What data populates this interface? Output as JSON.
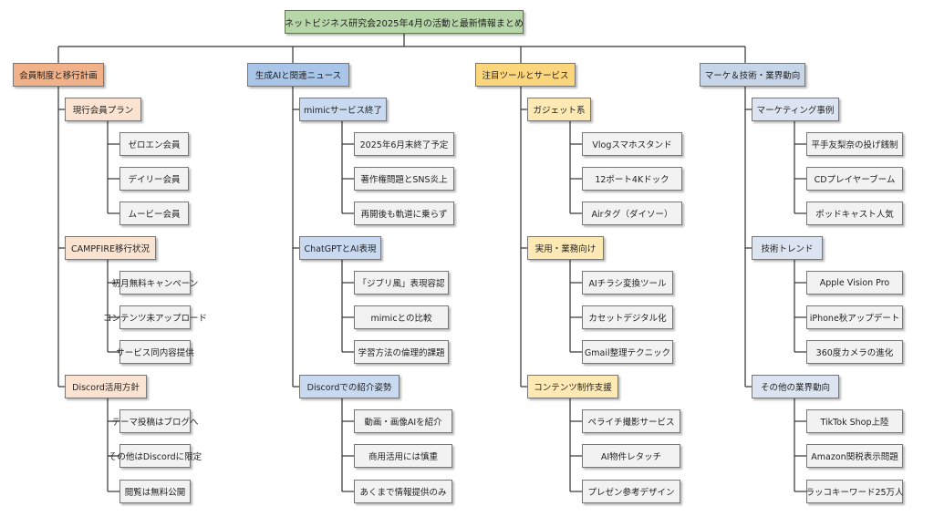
{
  "title": "ネットビジネス研究会2025年4月の活動と最新情報まとめ",
  "categories": [
    {
      "label": "会員制度と移行計画",
      "color": "#f1b28a",
      "sub_color": "#fbe3d2",
      "subs": [
        {
          "label": "現行会員プラン",
          "leaves": [
            "ゼロエン会員",
            "デイリー会員",
            "ムービー会員"
          ]
        },
        {
          "label": "CAMPFIRE移行状況",
          "leaves": [
            "初月無料キャンペーン",
            "コンテンツ未アップロード",
            "サービス同内容提供"
          ]
        },
        {
          "label": "Discord活用方針",
          "leaves": [
            "テーマ投稿はブログへ",
            "その他はDiscordに限定",
            "閲覧は無料公開"
          ]
        }
      ]
    },
    {
      "label": "生成AIと関連ニュース",
      "color": "#a9c6e8",
      "sub_color": "#c9daf0",
      "subs": [
        {
          "label": "mimicサービス終了",
          "leaves": [
            "2025年6月末終了予定",
            "著作権問題とSNS炎上",
            "再開後も軌道に乗らず"
          ]
        },
        {
          "label": "ChatGPTとAI表現",
          "leaves": [
            "「ジブリ風」表現容認",
            "mimicとの比較",
            "学習方法の倫理的課題"
          ]
        },
        {
          "label": "Discordでの紹介姿勢",
          "leaves": [
            "動画・画像AIを紹介",
            "商用活用には慎重",
            "あくまで情報提供のみ"
          ]
        }
      ]
    },
    {
      "label": "注目ツールとサービス",
      "color": "#fcd67d",
      "sub_color": "#fde9b4",
      "subs": [
        {
          "label": "ガジェット系",
          "leaves": [
            "Vlogスマホスタンド",
            "12ポート4Kドック",
            "Airタグ（ダイソー）"
          ]
        },
        {
          "label": "実用・業務向け",
          "leaves": [
            "AIチラシ変換ツール",
            "カセットデジタル化",
            "Gmail整理テクニック"
          ]
        },
        {
          "label": "コンテンツ制作支援",
          "leaves": [
            "ペライチ撮影サービス",
            "AI物件レタッチ",
            "プレゼン参考デザイン"
          ]
        }
      ]
    },
    {
      "label": "マーケ＆技術・業界動向",
      "color": "#c7d5e8",
      "sub_color": "#dbe4f0",
      "subs": [
        {
          "label": "マーケティング事例",
          "leaves": [
            "平手友梨奈の投げ銭制",
            "CDプレイヤーブーム",
            "ポッドキャスト人気"
          ]
        },
        {
          "label": "技術トレンド",
          "leaves": [
            "Apple Vision Pro",
            "iPhone秋アップデート",
            "360度カメラの進化"
          ]
        },
        {
          "label": "その他の業界動向",
          "leaves": [
            "TikTok Shop上陸",
            "Amazon関税表示問題",
            "ラッコキーワード25万人"
          ]
        }
      ]
    }
  ]
}
